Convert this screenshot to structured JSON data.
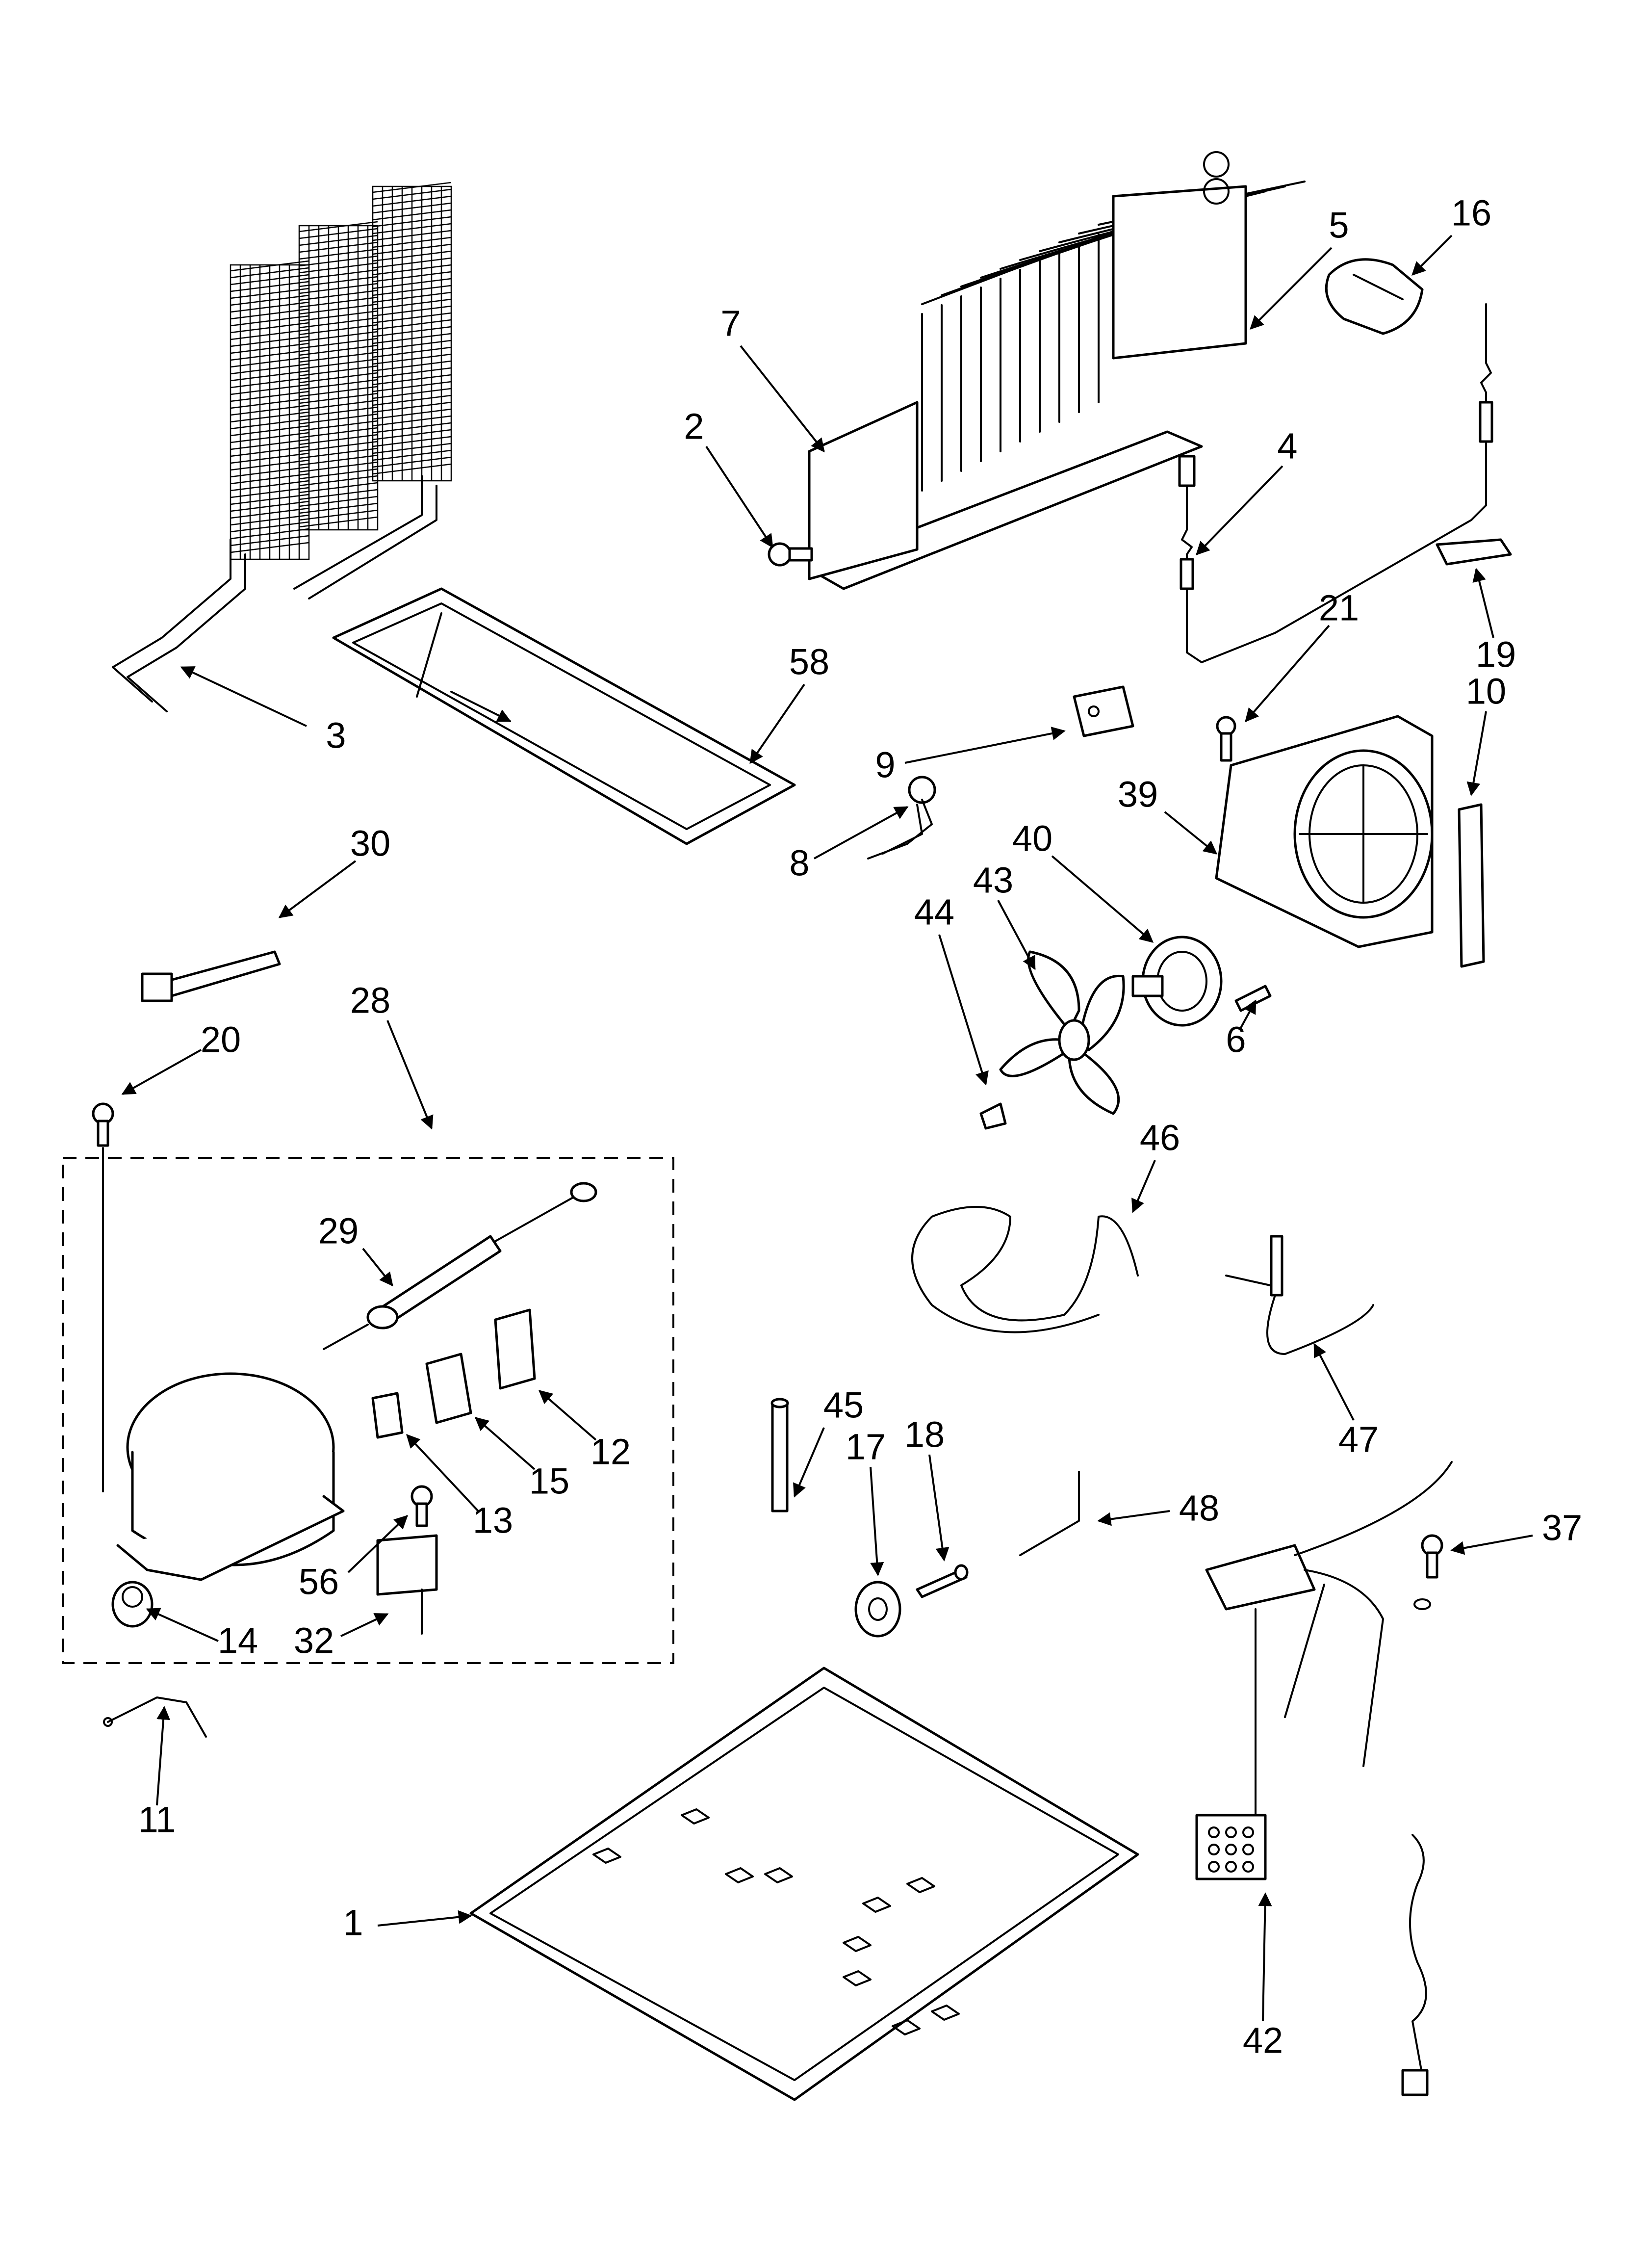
{
  "diagram": {
    "style": "exploded parts view (line art)",
    "colors": {
      "line": "#000000",
      "background": "#ffffff"
    },
    "group_box_style": "dashed rectangle",
    "callouts": [
      "1",
      "2",
      "3",
      "4",
      "5",
      "6",
      "7",
      "8",
      "9",
      "10",
      "11",
      "12",
      "13",
      "14",
      "15",
      "16",
      "17",
      "18",
      "19",
      "20",
      "21",
      "28",
      "29",
      "30",
      "32",
      "37",
      "39",
      "40",
      "42",
      "43",
      "44",
      "45",
      "46",
      "47",
      "48",
      "56",
      "58"
    ]
  }
}
